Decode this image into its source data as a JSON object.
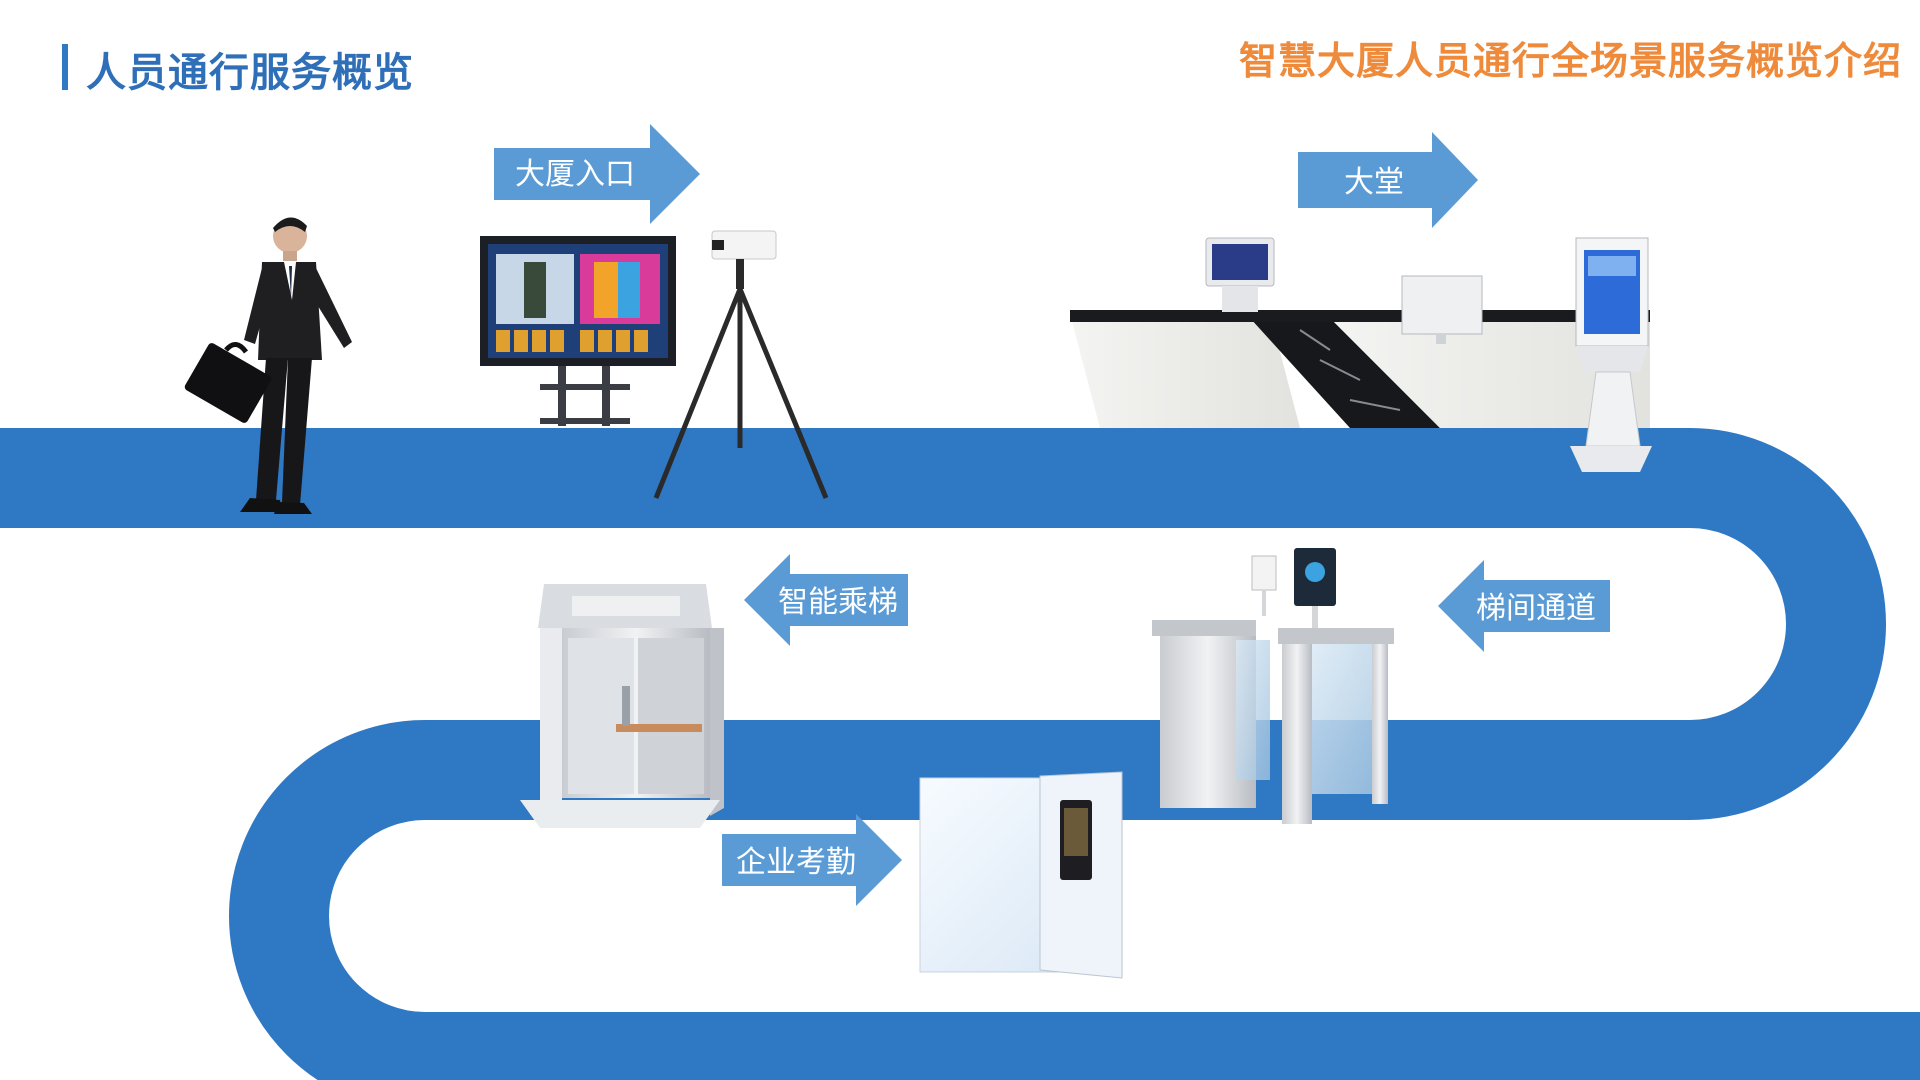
{
  "header": {
    "title": "人员通行服务概览",
    "subtitle": "智慧大厦人员通行全场景服务概览介绍"
  },
  "flow_steps": [
    {
      "id": "building-entrance",
      "label": "大厦入口",
      "direction": "right"
    },
    {
      "id": "lobby",
      "label": "大堂",
      "direction": "right"
    },
    {
      "id": "elevator-passage",
      "label": "梯间通道",
      "direction": "left"
    },
    {
      "id": "smart-elevator",
      "label": "智能乘梯",
      "direction": "left"
    },
    {
      "id": "enterprise-attendance",
      "label": "企业考勤",
      "direction": "right"
    }
  ],
  "colors": {
    "path": "#2f78c4",
    "arrow": "#5b9bd5",
    "title": "#2f6fb8",
    "subtitle": "#ee8a3a"
  },
  "illustrations": [
    "businessman-with-briefcase",
    "thermal-camera-monitor-and-tripod",
    "reception-desk-with-terminals",
    "self-service-kiosk",
    "speed-gate-turnstiles-with-face-terminal",
    "elevator-car",
    "door-with-face-recognition-terminal"
  ]
}
